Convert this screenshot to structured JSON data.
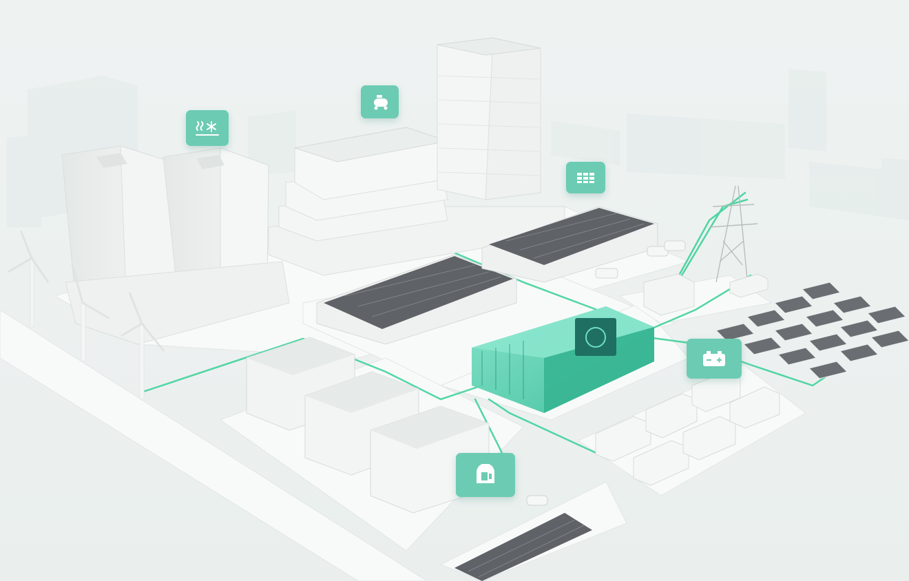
{
  "scene": {
    "description_kind": "isometric smart energy campus illustration",
    "colors": {
      "background": "#eef2f1",
      "ground": "#f7f9f8",
      "building": "#f2f4f3",
      "building_shadow": "#d9dedd",
      "accent": "#6ccbb3",
      "accent_dark": "#2fb893",
      "line": "#3fd19a",
      "solar": "#5f6266"
    }
  },
  "badges": [
    {
      "id": "heating-cooling",
      "icon": "heat-cool-icon"
    },
    {
      "id": "air-compressor",
      "icon": "compressor-icon"
    },
    {
      "id": "solar-panel",
      "icon": "solar-panel-icon"
    },
    {
      "id": "battery-storage",
      "icon": "battery-icon"
    },
    {
      "id": "ev-charging",
      "icon": "charging-station-icon"
    }
  ]
}
